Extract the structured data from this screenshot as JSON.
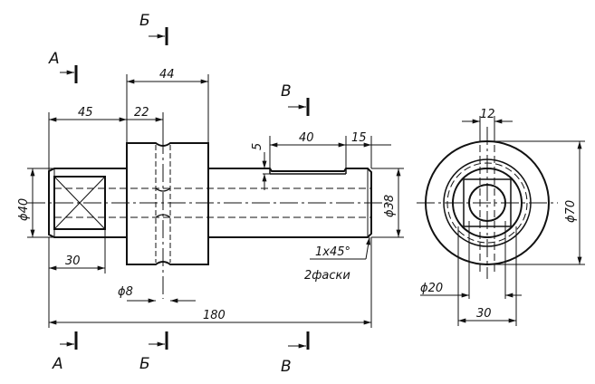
{
  "sections": {
    "a": "А",
    "b": "Б",
    "v": "В"
  },
  "dims": {
    "d44": "44",
    "d45": "45",
    "d22": "22",
    "d40": "40",
    "d15": "15",
    "d5": "5",
    "phi40": "ϕ40",
    "phi38": "ϕ38",
    "d30": "30",
    "phi8": "ϕ8",
    "d180": "180",
    "d12": "12",
    "phi70": "ϕ70",
    "phi20": "ϕ20",
    "d30b": "30"
  },
  "notes": {
    "chamfer": "1x45°",
    "chamfers_count": "2фаски"
  }
}
